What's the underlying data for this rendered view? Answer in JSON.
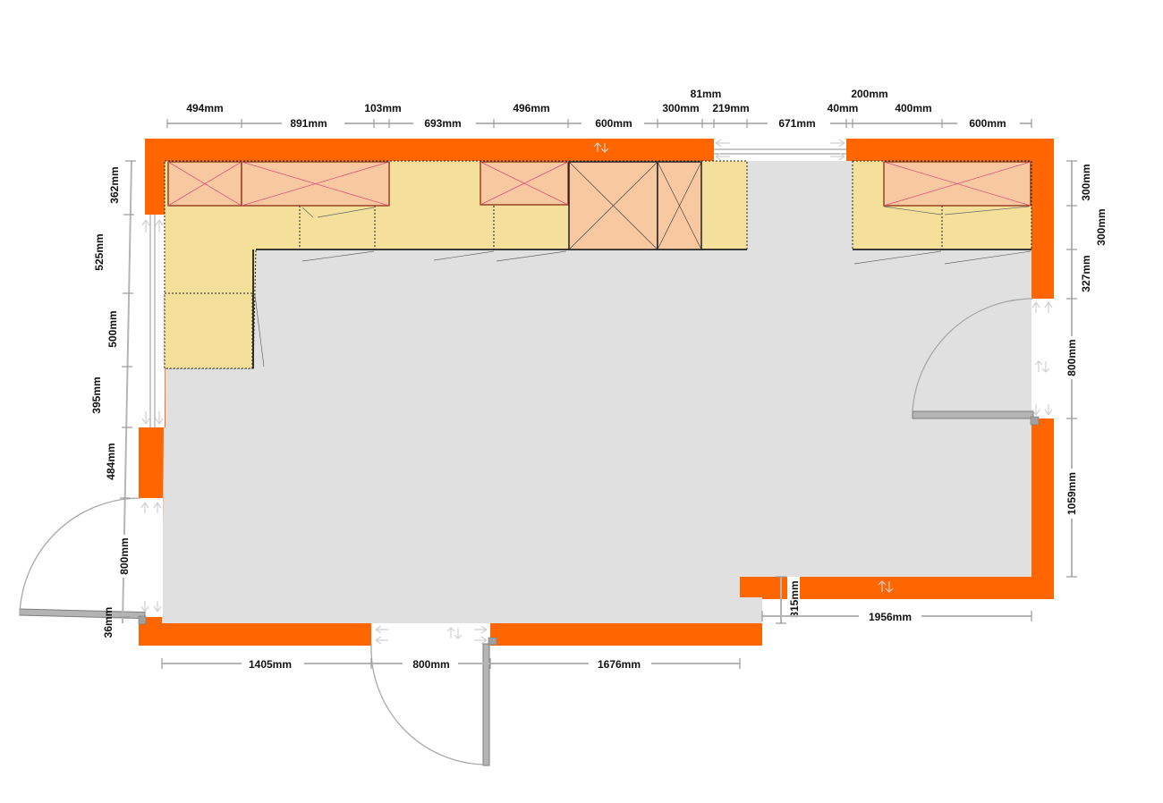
{
  "colors": {
    "wall": "#ff6600",
    "floor": "#e0e0e0",
    "base_unit": "#f4df9b",
    "wall_unit": "#f8c9a0",
    "cross_line": "#e0507a",
    "door_leaf": "#b4b4b4"
  },
  "dimensions": {
    "top_row1": [
      "494mm",
      "891mm",
      "103mm",
      "693mm",
      "496mm",
      "600mm",
      "300mm",
      "219mm",
      "671mm",
      "40mm",
      "400mm",
      "600mm"
    ],
    "top_row2": [
      "81mm",
      "200mm"
    ],
    "left": [
      "362mm",
      "525mm",
      "500mm",
      "395mm",
      "484mm",
      "800mm",
      "36mm"
    ],
    "right": [
      "300mm",
      "300mm",
      "327mm",
      "800mm",
      "1059mm",
      "315mm"
    ],
    "bottom": [
      "1405mm",
      "800mm",
      "1676mm",
      "1956mm"
    ]
  }
}
